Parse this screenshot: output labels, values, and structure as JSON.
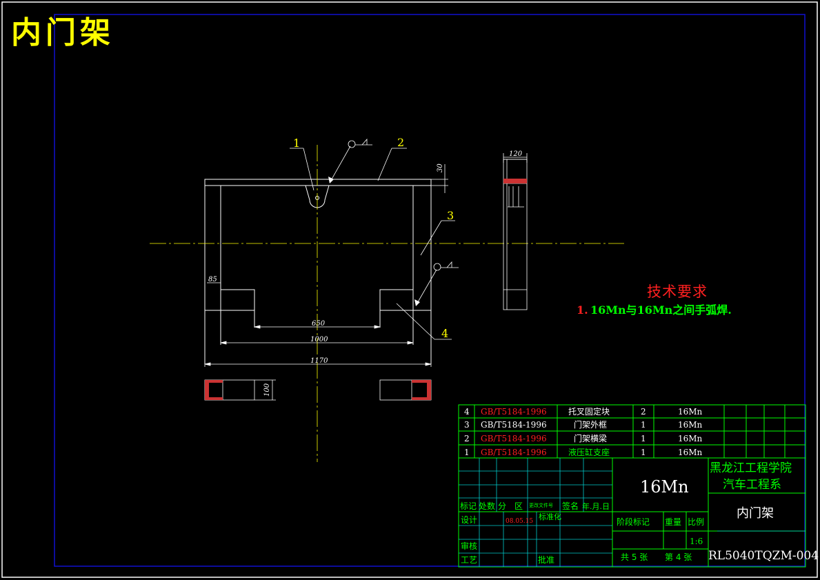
{
  "title": "内门架",
  "tech_requirements": {
    "heading": "技术要求",
    "item_number": "1.",
    "item_text": "16Mn与16Mn之间手弧焊."
  },
  "part_callouts": [
    "1",
    "2",
    "3",
    "4"
  ],
  "dimensions": {
    "top_thickness": "30",
    "inner_offset": "85",
    "span_650": "650",
    "span_1000": "1000",
    "span_1170": "1170",
    "side_width": "120",
    "section_height": "100"
  },
  "parts_list": [
    {
      "no": "4",
      "code": "GB/T5184-1996",
      "name": "托叉固定块",
      "qty": "2",
      "material": "16Mn",
      "code_red": true
    },
    {
      "no": "3",
      "code": "GB/T5184-1996",
      "name": "门架外框",
      "qty": "1",
      "material": "16Mn",
      "code_red": false
    },
    {
      "no": "2",
      "code": "GB/T5184-1996",
      "name": "门架横梁",
      "qty": "1",
      "material": "16Mn",
      "code_red": true
    },
    {
      "no": "1",
      "code": "GB/T5184-1996",
      "name": "液压缸支座",
      "qty": "1",
      "material": "16Mn",
      "code_red": true
    }
  ],
  "title_block": {
    "material": "16Mn",
    "school": "黑龙江工程学院",
    "department": "汽车工程系",
    "drawing_name": "内门架",
    "drawing_number": "RL5040TQZM-004",
    "scale": "1:6",
    "labels": {
      "mark": "标记",
      "count": "处数",
      "zone": "分　区",
      "change_doc": "更改文件号",
      "sign": "签名",
      "date": "年.月.日",
      "design": "设计",
      "date_value": "08.05.15",
      "standardize": "标准化",
      "stage": "阶段标记",
      "weight": "重量",
      "ratio": "比例",
      "review": "审核",
      "process": "工艺",
      "approve": "批准",
      "sheets_total": "共 5 张",
      "sheet_no": "第 4 张"
    }
  },
  "colors": {
    "background": "#000000",
    "line": "#ffffff",
    "centerline": "#ffff00",
    "frame": "#0000cc",
    "table": "#00ff00",
    "grid": "#00cccc",
    "red": "#ff2020",
    "yellow": "#ffff00"
  }
}
